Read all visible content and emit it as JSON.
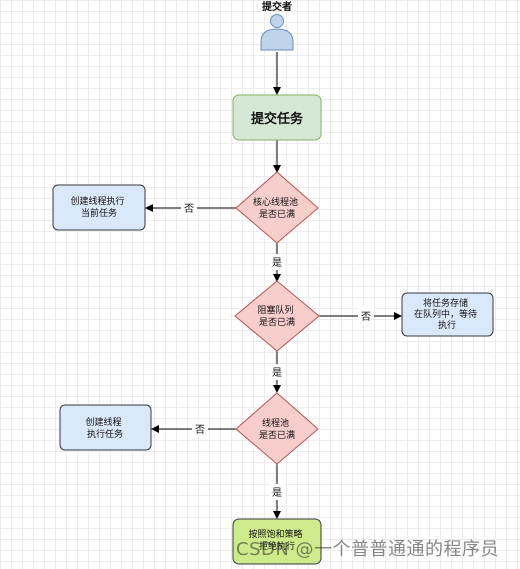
{
  "actor": {
    "label": "提交者",
    "fill": "#bfd3ea",
    "stroke": "#6c8ebf"
  },
  "start": {
    "label": "提交任务",
    "fill": "#d5e8d4",
    "stroke": "#82b366"
  },
  "decisions": [
    {
      "lines": [
        "核心线程池",
        "是否已满"
      ]
    },
    {
      "lines": [
        "阻塞队列",
        "是否已满"
      ]
    },
    {
      "lines": [
        "线程池",
        "是否已满"
      ]
    }
  ],
  "side_boxes": [
    {
      "lines": [
        "创建线程执行",
        "当前任务"
      ]
    },
    {
      "lines": [
        "将任务存储",
        "在队列中，等待",
        "执行"
      ]
    },
    {
      "lines": [
        "创建线程",
        "执行任务"
      ]
    }
  ],
  "end": {
    "lines": [
      "按照饱和策略",
      "拒绝执行"
    ],
    "fill": "#cdeb8b",
    "stroke": "#36393d"
  },
  "edge_labels": {
    "yes": "是",
    "no": "否"
  },
  "colors": {
    "decision_fill": "#f8cecc",
    "decision_stroke": "#b85450",
    "box_fill": "#dae8fc",
    "box_stroke": "#36393d",
    "arrow": "#000000"
  },
  "watermark": "CSDN @一个普普通通的程序员"
}
